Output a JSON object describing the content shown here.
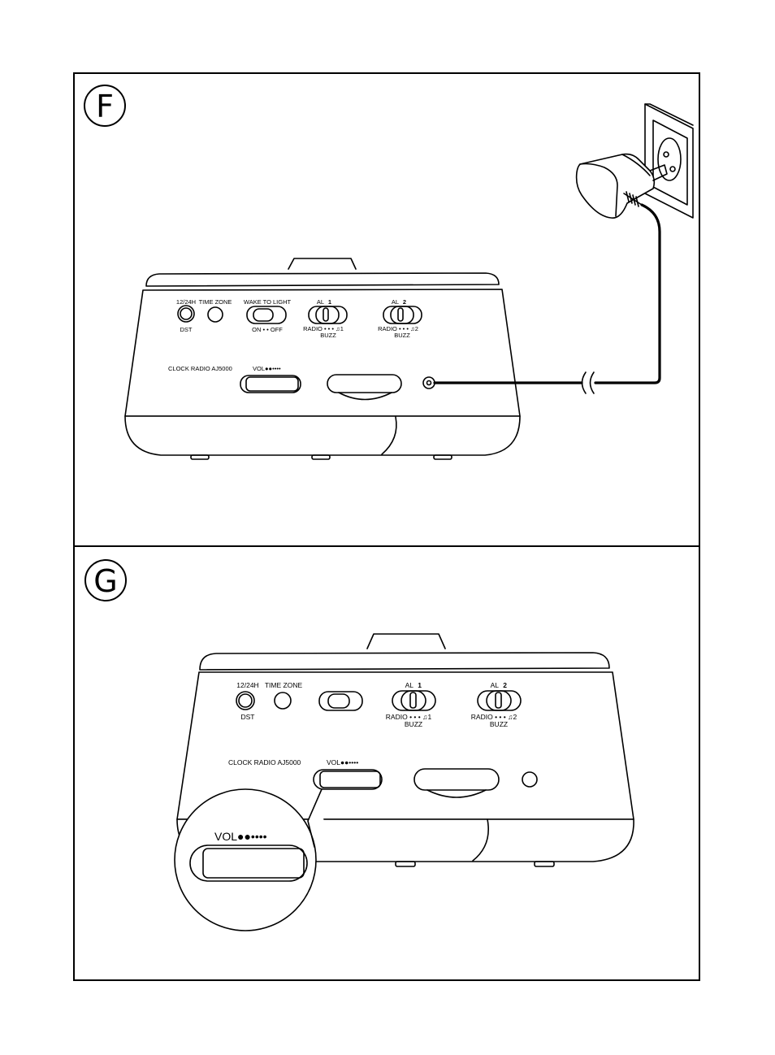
{
  "panels": [
    {
      "letter": "F",
      "device": {
        "btn1_label": "12/24H",
        "btn1_sub": "DST",
        "btn2_label": "TIME ZONE",
        "wake_label": "WAKE TO LIGHT",
        "wake_sub": "ON • • OFF",
        "al1_label": "AL",
        "al1_num": "1",
        "al2_label": "AL",
        "al2_num": "2",
        "al1_sub": "RADIO • • • ♫1",
        "al2_sub": "RADIO • • • ♫2",
        "buzz": "BUZZ",
        "model": "CLOCK RADIO AJ5000",
        "vol": "VOL●●••••"
      }
    },
    {
      "letter": "G",
      "device": {
        "btn1_label": "12/24H",
        "btn1_sub": "DST",
        "btn2_label": "TIME ZONE",
        "al1_label": "AL",
        "al1_num": "1",
        "al2_label": "AL",
        "al2_num": "2",
        "al1_sub": "RADIO • • • ♫1",
        "al2_sub": "RADIO • • • ♫2",
        "buzz": "BUZZ",
        "model": "CLOCK RADIO AJ5000",
        "vol": "VOL●●••••",
        "zoom_vol": "VOL●●••••"
      }
    }
  ],
  "icons": [
    "power-adapter-icon",
    "wall-socket-icon",
    "cable-break-icon"
  ]
}
